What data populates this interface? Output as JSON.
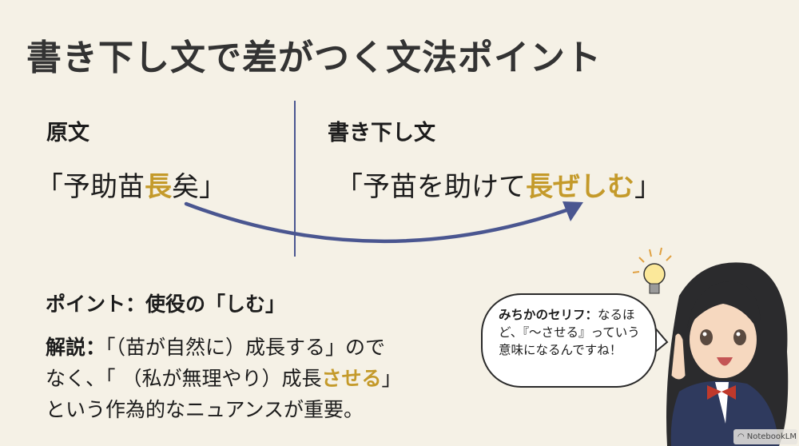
{
  "slide": {
    "title": "書き下し文で差がつく文法ポイント",
    "colors": {
      "background": "#f5f1e6",
      "accent_gold": "#c49a2a",
      "accent_blue": "#4a5690",
      "text": "#1c1c1c"
    },
    "original": {
      "label": "原文",
      "open": "「予助苗",
      "highlight": "長",
      "close": "矣」"
    },
    "kakikudashi": {
      "label": "書き下し文",
      "open": "「予苗を助けて",
      "highlight": "長ぜしむ",
      "close": "」"
    },
    "point": {
      "heading": "ポイント：使役の「しむ」"
    },
    "explanation": {
      "lead": "解説：",
      "line1": "「（苗が自然に）成長する」ので",
      "line2_pre": "なく、「 （私が無理やり）成長",
      "line2_highlight": "させる",
      "line2_post": "」",
      "line3": "という作為的なニュアンスが重要。"
    },
    "speech_bubble": {
      "speaker": "みちかのセリフ：",
      "text": "なるほど、『～させる』っていう意味になるんですね！",
      "icon": "lightbulb-icon"
    },
    "watermark": {
      "icon": "notebooklm-logo-icon",
      "label": "NotebookLM"
    }
  }
}
